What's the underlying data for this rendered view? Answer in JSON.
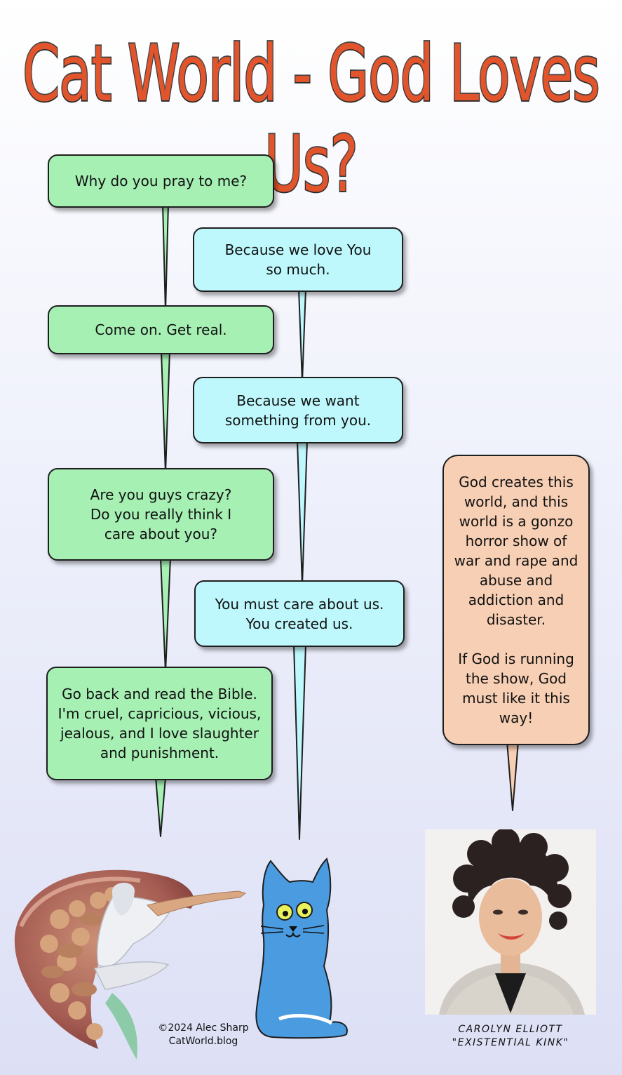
{
  "title": "Cat World - God Loves Us?",
  "bubbles": {
    "god_1": "Why do you pray to me?",
    "cat_1": "Because we love You\nso much.",
    "god_2": "Come on. Get real.",
    "cat_2": "Because we want\nsomething from you.",
    "god_3": "Are you guys crazy?\nDo you really think I\ncare about you?",
    "cat_3": "You must care about us.\nYou created us.",
    "god_4": "Go back and read the Bible.\nI'm cruel, capricious, vicious,\njealous, and I love slaughter\nand punishment.",
    "carolyn": "God creates this\nworld, and this\nworld is a gonzo\nhorror show of\nwar and rape and\nabuse and\naddiction and\ndisaster.\n\nIf God is running\nthe show, God\nmust like it this\nway!"
  },
  "credit": {
    "copyright": "©2024 Alec Sharp",
    "site": "CatWorld.blog"
  },
  "caption": {
    "name": "CAROLYN ELLIOTT",
    "book": "\"EXISTENTIAL KINK\""
  },
  "colors": {
    "god_bubble": "#a6f0b4",
    "cat_bubble": "#bef8fc",
    "carolyn_bubble": "#f7cfb4",
    "title_fill": "#e2552c",
    "cat_body": "#4a9be0"
  }
}
